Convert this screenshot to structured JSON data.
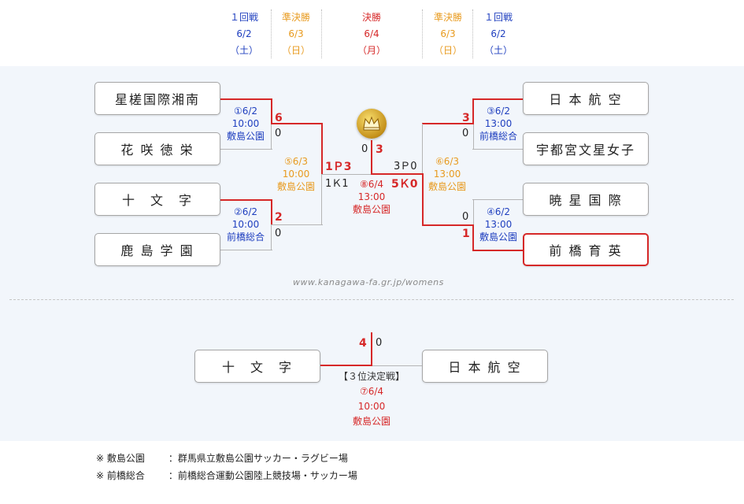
{
  "header": {
    "cols": [
      {
        "round": "１回戦",
        "date": "6/2",
        "day": "（土）",
        "color": "blue"
      },
      {
        "round": "準決勝",
        "date": "6/3",
        "day": "（日）",
        "color": "orange"
      },
      {
        "round": "決勝",
        "date": "6/4",
        "day": "（月）",
        "color": "red"
      },
      {
        "round": "準決勝",
        "date": "6/3",
        "day": "（日）",
        "color": "orange"
      },
      {
        "round": "１回戦",
        "date": "6/2",
        "day": "（土）",
        "color": "blue"
      }
    ]
  },
  "teams": {
    "l1": "星槎国際湘南",
    "l2": "花 咲 徳 栄",
    "l3": "十　文　字",
    "l4": "鹿 島 学 園",
    "r1": "日 本 航 空",
    "r2": "宇都宮文星女子",
    "r3": "暁 星 国 際",
    "r4": "前 橋 育 英",
    "third_l": "十　文　字",
    "third_r": "日 本 航 空"
  },
  "matches": {
    "m1": {
      "no_date": "①6/2",
      "time": "10:00",
      "venue": "敷島公園",
      "score_top": "6",
      "score_bot": "0"
    },
    "m2": {
      "no_date": "②6/2",
      "time": "10:00",
      "venue": "前橋総合",
      "score_top": "2",
      "score_bot": "0"
    },
    "m3": {
      "no_date": "③6/2",
      "time": "13:00",
      "venue": "前橋総合",
      "score_top": "3",
      "score_bot": "0"
    },
    "m4": {
      "no_date": "④6/2",
      "time": "13:00",
      "venue": "敷島公園",
      "score_top": "0",
      "score_bot": "1"
    },
    "m5": {
      "no_date": "⑤6/3",
      "time": "10:00",
      "venue": "敷島公園",
      "score_top": "1Ｐ3",
      "score_bot": "1Ｋ1"
    },
    "m6": {
      "no_date": "⑥6/3",
      "time": "13:00",
      "venue": "敷島公園",
      "score_top": "3Ｐ0",
      "score_bot": "5Ｋ0"
    },
    "final": {
      "no_date": "⑧6/4",
      "time": "13:00",
      "venue": "敷島公園",
      "score_left": "0",
      "score_right": "3"
    },
    "third": {
      "title": "【３位決定戦】",
      "no_date": "⑦6/4",
      "time": "10:00",
      "venue": "敷島公園",
      "score_left": "4",
      "score_right": "0"
    }
  },
  "url": "www.kanagawa-fa.gr.jp/womens",
  "notes": [
    {
      "mark": "※",
      "key": "敷島公園",
      "value": "：群馬県立敷島公園サッカー・ラグビー場"
    },
    {
      "mark": "※",
      "key": "前橋総合",
      "value": "：前橋総合運動公園陸上競技場・サッカー場"
    }
  ],
  "colors": {
    "win": "#d62828",
    "blue": "#1f3fbf",
    "orange": "#e89a1e",
    "line": "#b5b5b5"
  },
  "icons": {
    "trophy": "crown-icon"
  }
}
